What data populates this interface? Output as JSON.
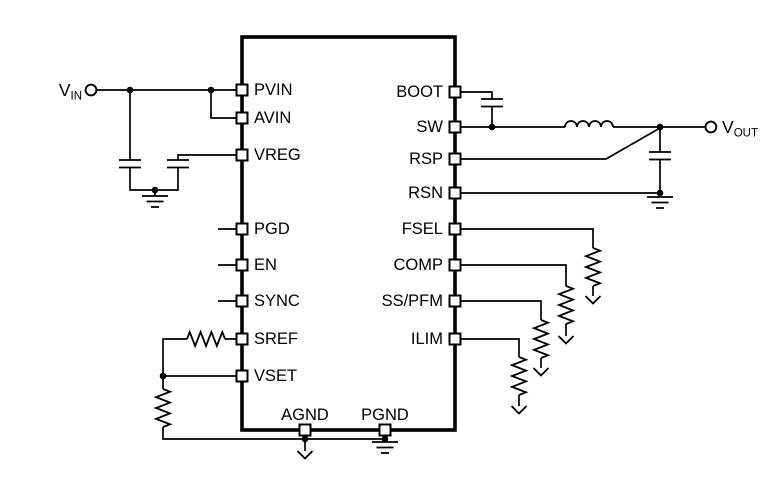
{
  "ic": {
    "left_pins": [
      "PVIN",
      "AVIN",
      "VREG",
      "PGD",
      "EN",
      "SYNC",
      "SREF",
      "VSET"
    ],
    "right_pins": [
      "BOOT",
      "SW",
      "RSP",
      "RSN",
      "FSEL",
      "COMP",
      "SS/PFM",
      "ILIM"
    ],
    "bottom_pins": [
      "AGND",
      "PGND"
    ]
  },
  "terminals": {
    "vin": {
      "base": "V",
      "sub": "IN"
    },
    "vout": {
      "base": "V",
      "sub": "OUT"
    }
  },
  "colors": {
    "line": "#000000",
    "background": "#ffffff"
  }
}
